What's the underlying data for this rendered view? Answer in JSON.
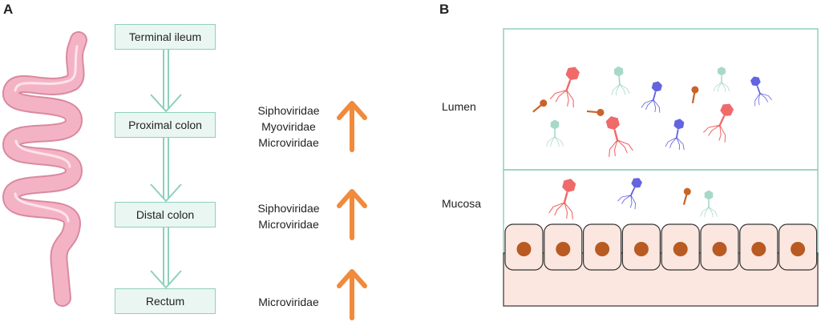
{
  "panels": {
    "a_label": "A",
    "b_label": "B"
  },
  "flow": {
    "steps": [
      "Terminal ileum",
      "Proximal colon",
      "Distal colon",
      "Rectum"
    ],
    "increases": [
      [
        "Siphoviridae",
        "Myoviridae",
        "Microviridae"
      ],
      [
        "Siphoviridae",
        "Microviridae"
      ],
      [
        "Microviridae"
      ]
    ]
  },
  "panel_b": {
    "lumen_label": "Lumen",
    "mucosa_label": "Mucosa",
    "cell_count": 8
  },
  "colors": {
    "box_fill": "#eaf6f2",
    "box_border": "#8fd0bd",
    "flow_arrow": "#8fd0bd",
    "increase_arrow": "#f08a3c",
    "intestine": "#f2aec0",
    "cell_fill": "#fbe7e0",
    "nucleus": "#b85a22",
    "phage_red": "#f06a6a",
    "phage_blue": "#6464e0",
    "phage_mint": "#a8d8c8",
    "phage_orange": "#c8642a"
  }
}
